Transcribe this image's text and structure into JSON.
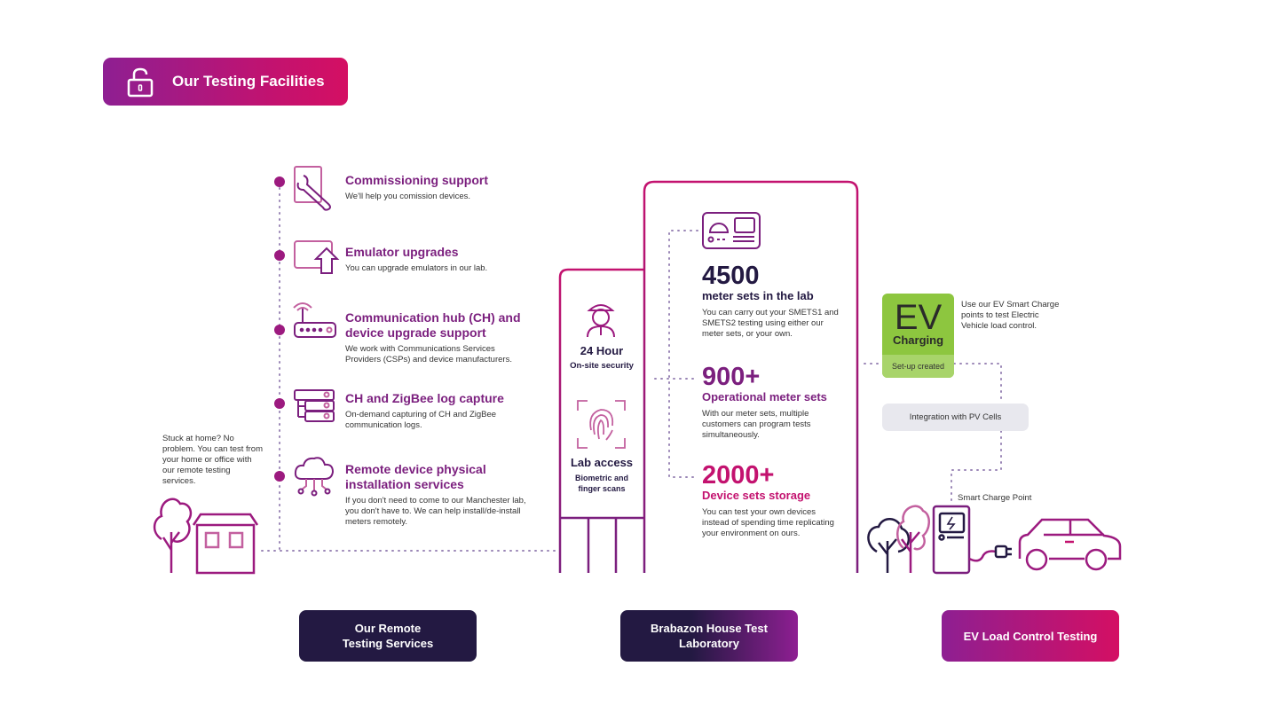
{
  "header": {
    "title": "Our Testing Facilities",
    "icon": "unlock-icon"
  },
  "services": [
    {
      "title": "Commissioning support",
      "desc": "We'll help you comission devices.",
      "icon": "wrench-tablet-icon"
    },
    {
      "title": "Emulator upgrades",
      "desc": "You can upgrade emulators in our lab.",
      "icon": "screen-upgrade-icon"
    },
    {
      "title": "Communication hub (CH) and device upgrade support",
      "desc": "We work with Communications Services Providers (CSPs) and device manufacturers.",
      "icon": "router-icon"
    },
    {
      "title": "CH and ZigBee log capture",
      "desc": "On-demand capturing of CH and ZigBee communication logs.",
      "icon": "server-stack-icon"
    },
    {
      "title": "Remote device physical installation services",
      "desc": "If you don't need to come to our Manchester lab, you don't have to. We can help install/de-install meters remotely.",
      "icon": "cloud-network-icon"
    }
  ],
  "remote_note": "Stuck at home? No problem. You can test from your home or office with our remote testing services.",
  "security": {
    "hours_title": "24 Hour",
    "hours_sub": "On-site security",
    "access_title": "Lab access",
    "access_sub": "Biometric and finger scans"
  },
  "lab_stats": [
    {
      "number": "4500",
      "label": "meter sets in the lab",
      "desc": "You can carry out your SMETS1 and SMETS2 testing using either our meter sets, or your own.",
      "color": "#231942"
    },
    {
      "number": "900+",
      "label": "Operational meter sets",
      "desc": "With our meter sets, multiple customers can program tests simultaneously.",
      "color": "#7b1f7e"
    },
    {
      "number": "2000+",
      "label": "Device sets storage",
      "desc": "You can test your own devices instead of spending time replicating your environment on ours.",
      "color": "#c3126f"
    }
  ],
  "ev": {
    "big": "EV",
    "charging": "Charging",
    "setup": "Set-up created",
    "desc": "Use our EV Smart Charge points to test Electric Vehicle load control.",
    "pv": "Integration with PV Cells",
    "smart_charge": "Smart Charge Point"
  },
  "bottom_buttons": [
    {
      "label": "Our Remote Testing Services"
    },
    {
      "label": "Brabazon House Test Laboratory"
    },
    {
      "label": "EV Load Control Testing"
    }
  ],
  "colors": {
    "purple": "#7b1f7e",
    "magenta": "#c3126f",
    "navy": "#231942",
    "green": "#8dc63f"
  }
}
